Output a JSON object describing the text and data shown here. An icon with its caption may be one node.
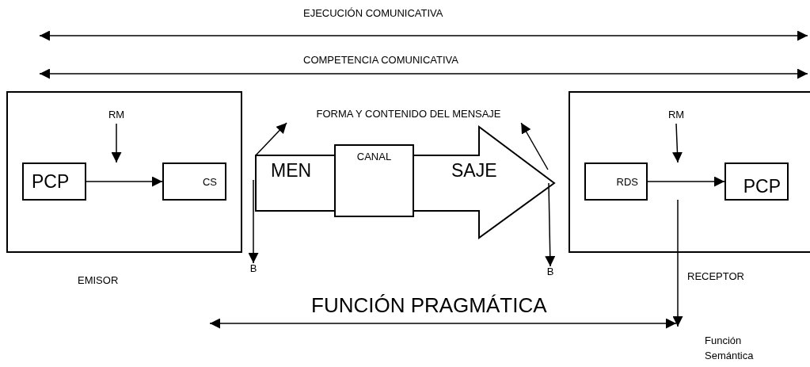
{
  "diagram": {
    "nodes": [
      {
        "text": [
          "EMISOR"
        ]
      },
      {
        "text": [
          "PCP"
        ],
        "in": 0
      },
      {
        "text": [
          "CS"
        ],
        "in": 0
      },
      {
        "text": [
          "RM"
        ],
        "in": 0
      },
      {
        "text": [
          "MEN",
          "SAJE"
        ]
      },
      {
        "text": [
          "CANAL"
        ],
        "in": 4
      },
      {
        "text": [
          "FORMA Y CONTENIDO DEL MENSAJE"
        ]
      },
      {
        "text": [
          "B"
        ]
      },
      {
        "text": [
          "B"
        ]
      },
      {
        "text": [
          "RECEPTOR"
        ]
      },
      {
        "text": [
          "RDS"
        ],
        "in": 9
      },
      {
        "text": [
          "PCP"
        ],
        "in": 9
      },
      {
        "text": [
          "RM"
        ],
        "in": 9
      },
      {
        "text": [
          "Función Semántica"
        ]
      }
    ],
    "edges": [
      {
        "from": 1,
        "to": 2,
        "arrow": "to"
      },
      {
        "from": 3,
        "to": null,
        "arrow": "to"
      },
      {
        "from": 4,
        "to": 6,
        "arrow": "to"
      },
      {
        "from": 4,
        "to": 6,
        "arrow": "to"
      },
      {
        "from": 4,
        "to": 7,
        "arrow": "to"
      },
      {
        "from": 4,
        "to": 8,
        "arrow": "to"
      },
      {
        "from": 10,
        "to": 11,
        "arrow": "to"
      },
      {
        "from": 12,
        "to": null,
        "arrow": "to"
      },
      {
        "from": null,
        "to": 13,
        "arrow": "to"
      }
    ],
    "labels": [
      "EJECUCIÓN COMUNICATIVA",
      "COMPETENCIA COMUNICATIVA",
      "FUNCIÓN PRAGMÁTICA"
    ]
  }
}
